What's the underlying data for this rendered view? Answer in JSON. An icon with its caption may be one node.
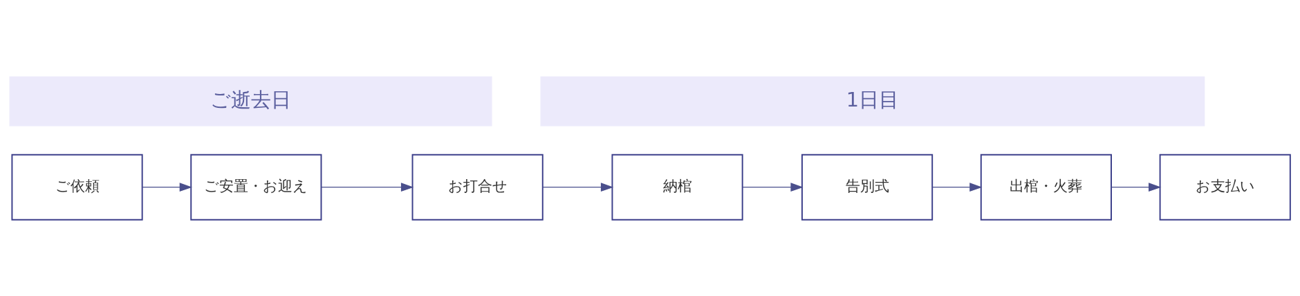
{
  "diagram": {
    "nodes": [
      {
        "text": [
          "ご逝去日"
        ]
      },
      {
        "text": [
          "1日目"
        ]
      },
      {
        "text": [
          "ご依頼"
        ]
      },
      {
        "text": [
          "ご安置・お迎え"
        ]
      },
      {
        "text": [
          "お打合せ"
        ]
      },
      {
        "text": [
          "納棺"
        ]
      },
      {
        "text": [
          "告別式"
        ]
      },
      {
        "text": [
          "出棺・火葬"
        ]
      },
      {
        "text": [
          "お支払い"
        ]
      }
    ],
    "edges": [
      {
        "from": 2,
        "to": 3,
        "arrow": "to"
      },
      {
        "from": 3,
        "to": 4,
        "arrow": "to"
      },
      {
        "from": 4,
        "to": 5,
        "arrow": "to"
      },
      {
        "from": 5,
        "to": 6,
        "arrow": "to"
      },
      {
        "from": 6,
        "to": 7,
        "arrow": "to"
      },
      {
        "from": 7,
        "to": 8,
        "arrow": "to"
      }
    ]
  }
}
